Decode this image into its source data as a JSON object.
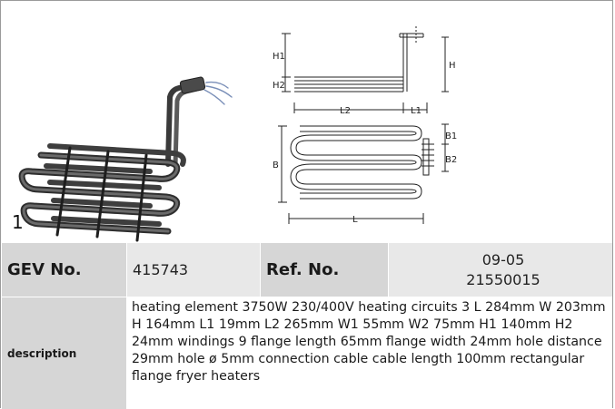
{
  "figure": {
    "number": "1"
  },
  "drawing_labels": {
    "h1": "H1",
    "h2": "H2",
    "h": "H",
    "l2": "L2",
    "l1": "L1",
    "b": "B",
    "b1": "B1",
    "b2": "B2",
    "l": "L"
  },
  "table": {
    "gev_label": "GEV No.",
    "gev_value": "415743",
    "ref_label": "Ref. No.",
    "ref_values": [
      "09-05",
      "21550015"
    ],
    "description_label": "description",
    "description_text": "heating element  3750W 230/400V heating circuits 3 L 284mm W 203mm H 164mm L1 19mm L2 265mm W1 55mm W2 75mm H1 140mm H2 24mm windings 9 flange length 65mm flange width 24mm hole distance 29mm hole ø 5mm connection cable cable length 100mm rectangular flange fryer heaters"
  }
}
